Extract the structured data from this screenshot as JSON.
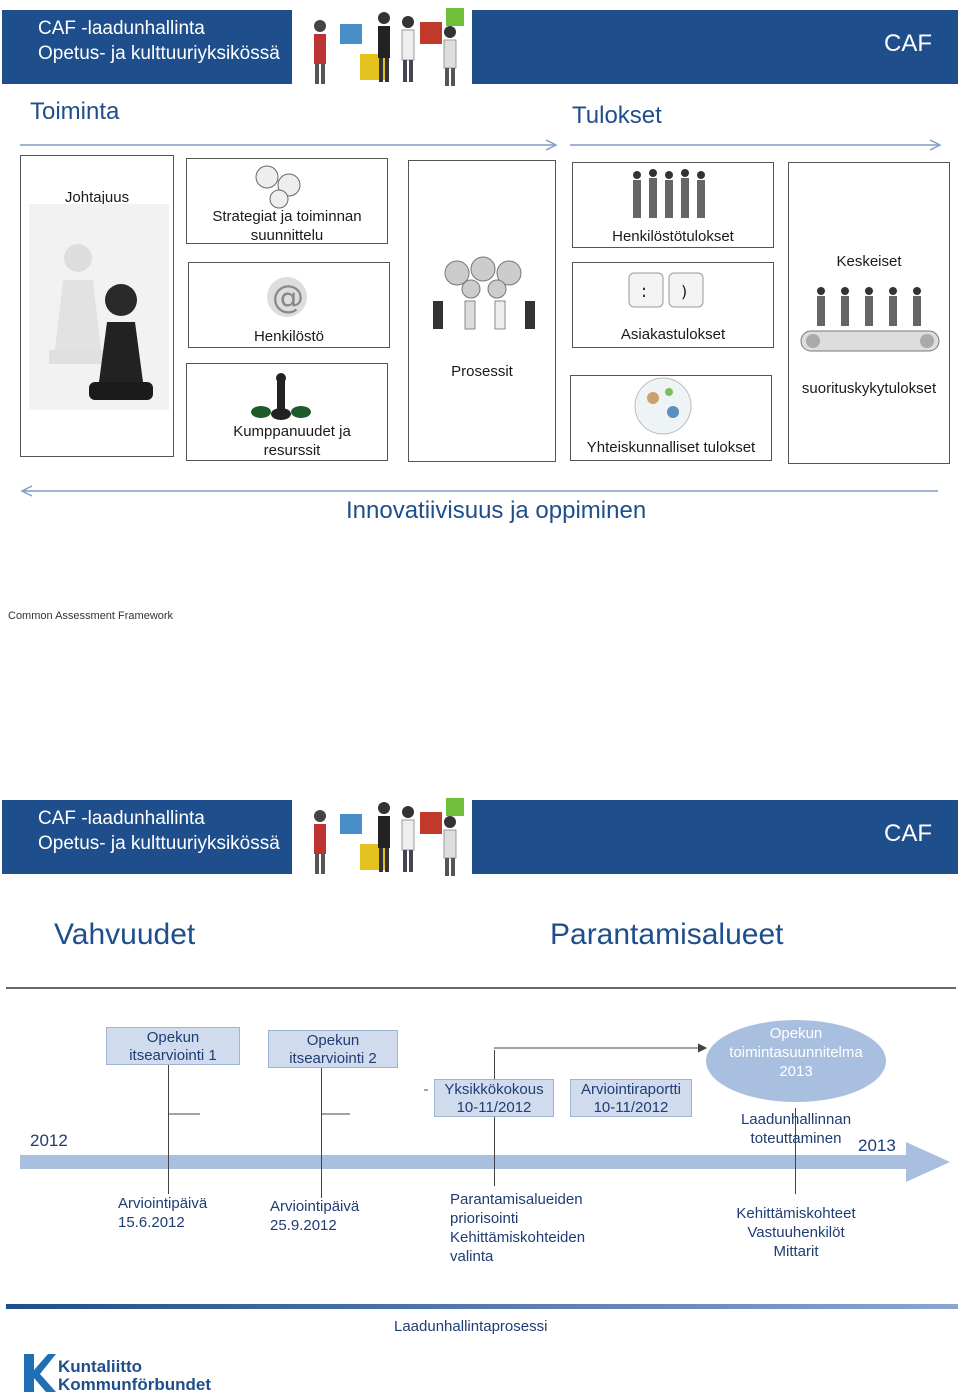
{
  "slide1": {
    "header": {
      "title_line1": "CAF -laadunhallinta",
      "title_line2": "Opetus- ja kulttuuriyksikössä",
      "brand": "CAF"
    },
    "section_toiminta": "Toiminta",
    "section_tulokset": "Tulokset",
    "boxes": {
      "johtajuus": "Johtajuus",
      "strategiat": "Strategiat ja toiminnan suunnittelu",
      "henkilosto": "Henkilöstö",
      "kumppanuudet": "Kumppanuudet ja resurssit",
      "prosessit": "Prosessit",
      "henkilostotulokset": "Henkilöstötulokset",
      "asiakastulokset": "Asiakastulokset",
      "yhteiskunnalliset": "Yhteiskunnalliset tulokset",
      "keskeiset": "Keskeiset",
      "suorituskyky": "suorituskykytulokset"
    },
    "innovation": "Innovatiivisuus ja oppiminen",
    "footer_caption": "Common Assessment Framework"
  },
  "slide2": {
    "header": {
      "title_line1": "CAF -laadunhallinta",
      "title_line2": "Opetus- ja kulttuuriyksikössä",
      "brand": "CAF"
    },
    "vahvuudet": "Vahvuudet",
    "parantamisalueet": "Parantamisalueet",
    "year_start": "2012",
    "year_end": "2013",
    "timeline_boxes": [
      {
        "line1": "Opekun",
        "line2": "itsearviointi 1"
      },
      {
        "line1": "Opekun",
        "line2": "itsearviointi 2"
      },
      {
        "line1": "Yksikkökokous",
        "line2": "10-11/2012"
      },
      {
        "line1": "Arviointiraportti",
        "line2": "10-11/2012"
      }
    ],
    "ellipse": {
      "line1": "Opekun",
      "line2": "toimintasuunnitelma",
      "line3": "2013"
    },
    "laadunhallinnan": {
      "line1": "Laadunhallinnan",
      "line2": "toteuttaminen"
    },
    "below": [
      {
        "line1": "Arviointipäivä",
        "line2": "15.6.2012"
      },
      {
        "line1": "Arviointipäivä",
        "line2": "25.9.2012"
      },
      {
        "line1": "Parantamisalueiden",
        "line2": "priorisointi",
        "line3": "Kehittämiskohteiden",
        "line4": "valinta"
      },
      {
        "line1": "Kehittämiskohteet",
        "line2": "Vastuuhenkilöt",
        "line3": "Mittarit"
      }
    ],
    "footer_title": "Laadunhallintaprosessi",
    "logo": {
      "line1": "Kuntaliitto",
      "line2": "Kommunförbundet"
    }
  },
  "colors": {
    "header_blue": "#1f4e8c",
    "timeline_arrow": "#a9bfe0",
    "box_fill": "#d0dcee",
    "ellipse_fill": "#a9bfe0"
  }
}
